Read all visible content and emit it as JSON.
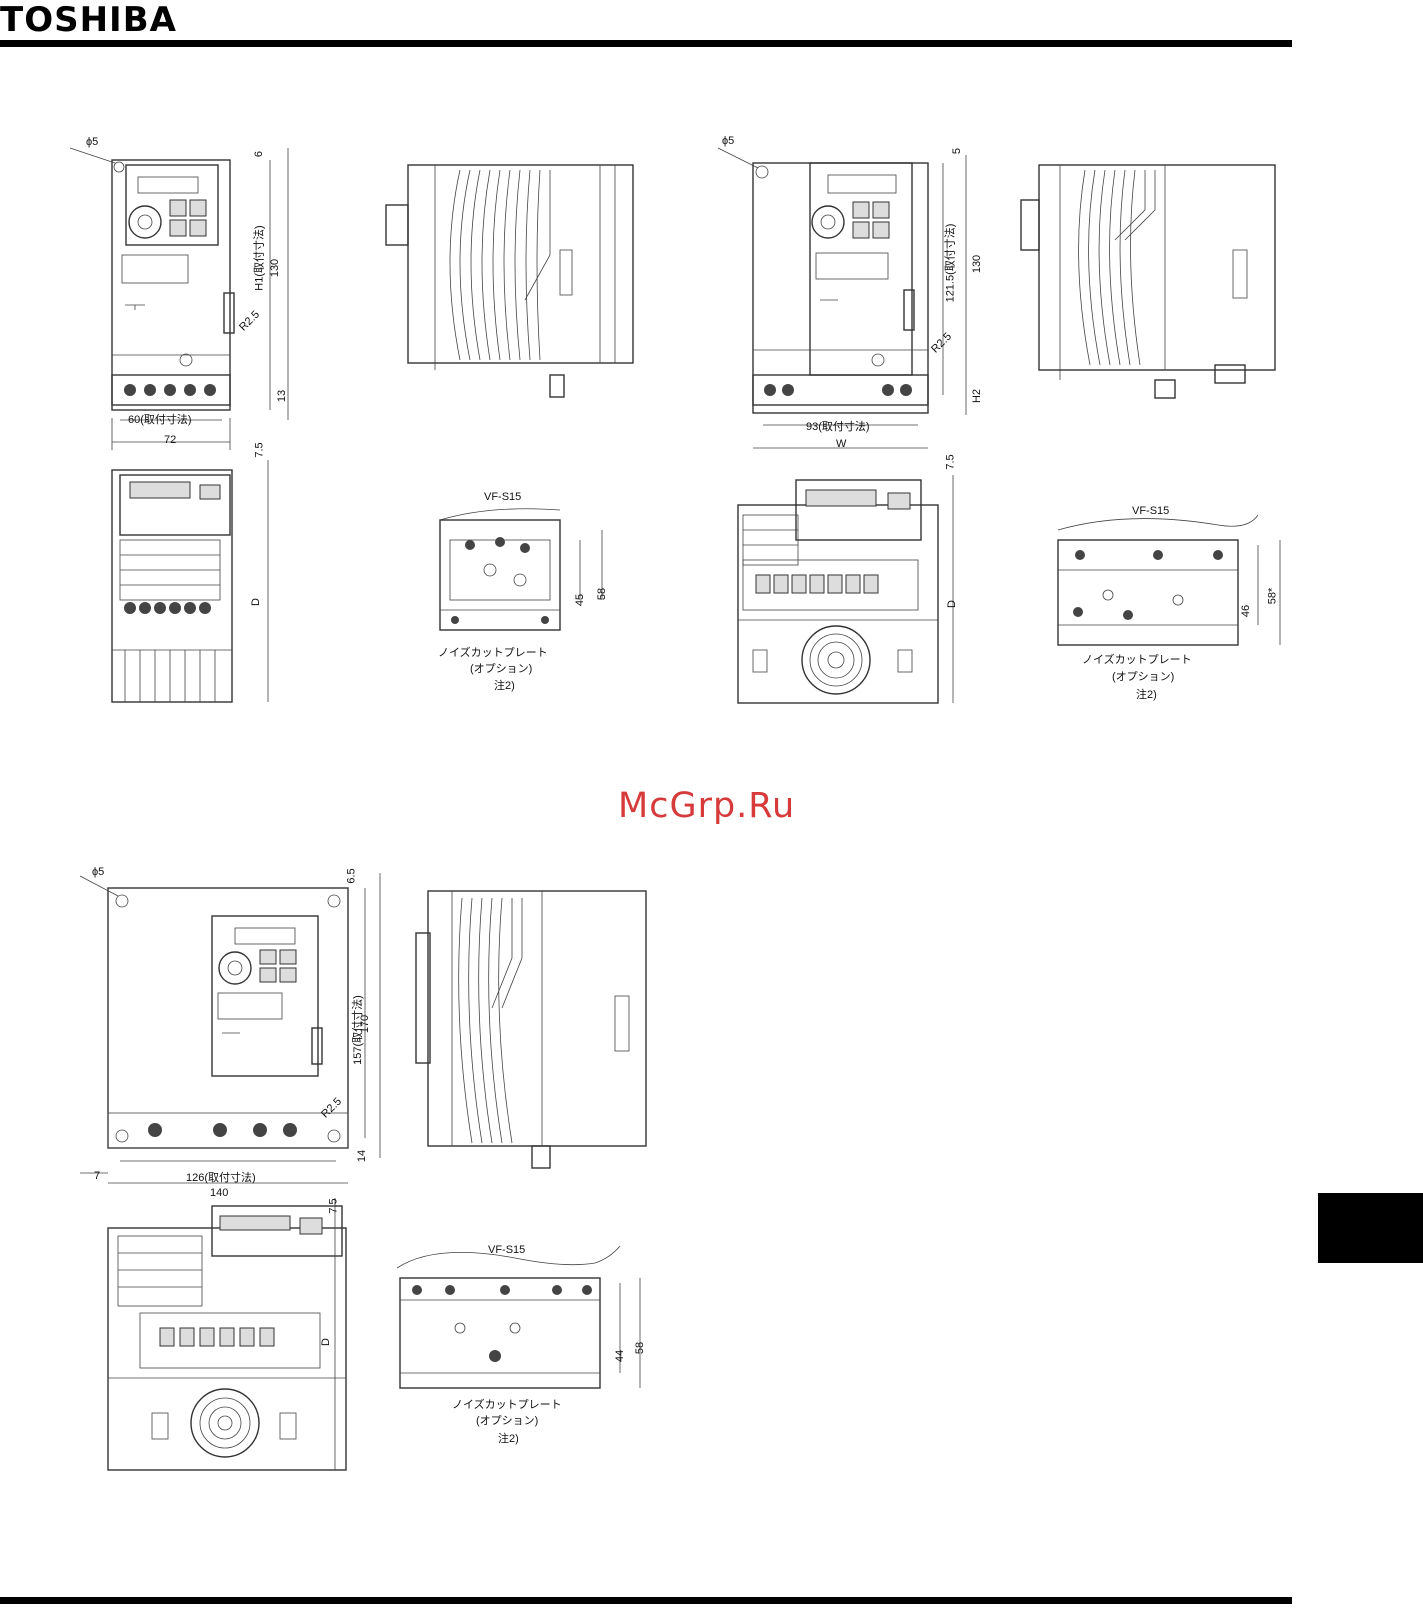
{
  "header": {
    "brand": "TOSHIBA"
  },
  "watermark": "McGrp.Ru",
  "drawings": {
    "a": {
      "phi": "ϕ5",
      "top_margin": "6",
      "h1": "H1(取付寸法)",
      "h_total": "130",
      "r": "R2.5",
      "bottom": "13",
      "mount_w": "60(取付寸法)",
      "w": "72",
      "side_top": "7.5",
      "depth": "D",
      "plate_model": "VF-S15",
      "plate_h1": "45",
      "plate_h2": "58",
      "plate_label_1": "ノイズカットプレート",
      "plate_label_2": "(オプション)",
      "plate_note": "注2)"
    },
    "b": {
      "phi": "ϕ5",
      "top_margin": "5",
      "h1": "121.5(取付寸法)",
      "h_total": "130",
      "r": "R2.5",
      "bottom": "H2",
      "mount_w": "93(取付寸法)",
      "w": "W",
      "side_top": "7.5",
      "depth": "D",
      "plate_model": "VF-S15",
      "plate_h1": "46",
      "plate_h2": "58*",
      "plate_label_1": "ノイズカットプレート",
      "plate_label_2": "(オプション)",
      "plate_note": "注2)"
    },
    "c": {
      "phi": "ϕ5",
      "top_margin": "6.5",
      "h1": "157(取付寸法)",
      "h_total": "170",
      "r": "R2.5",
      "bottom": "14",
      "left_margin": "7",
      "mount_w": "126(取付寸法)",
      "w": "140",
      "side_top": "7.5",
      "depth": "D",
      "plate_model": "VF-S15",
      "plate_h1": "44",
      "plate_h2": "58",
      "plate_label_1": "ノイズカットプレート",
      "plate_label_2": "(オプション)",
      "plate_note": "注2)"
    }
  }
}
